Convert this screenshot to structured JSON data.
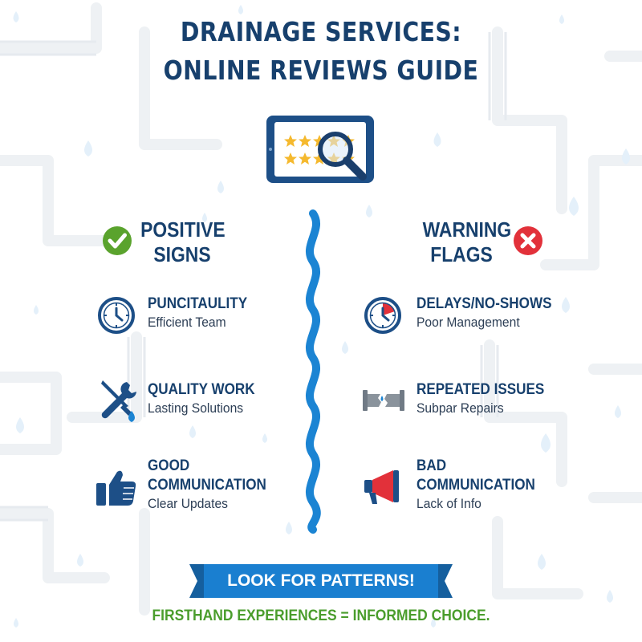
{
  "title": {
    "line1": "DRAINAGE SERVICES:",
    "line2": "ONLINE REVIEWS GUIDE"
  },
  "hero_icon": "tablet-star-rating-magnifier-icon",
  "positive": {
    "heading_line1": "POSITIVE",
    "heading_line2": "SIGNS",
    "icon": "check-icon",
    "items": [
      {
        "title": "PUNCITAULITY",
        "subtitle": "Efficient Team",
        "icon": "clock-icon"
      },
      {
        "title": "QUALITY WORK",
        "subtitle": "Lasting Solutions",
        "icon": "wrench-screwdriver-icon"
      },
      {
        "title_line1": "GOOD",
        "title_line2": "COMMUNICATION",
        "subtitle": "Clear Updates",
        "icon": "thumbs-up-icon"
      }
    ]
  },
  "warning": {
    "heading_line1": "WARNING",
    "heading_line2": "FLAGS",
    "icon": "x-icon",
    "items": [
      {
        "title": "DELAYS/NO-SHOWS",
        "subtitle": "Poor Management",
        "icon": "late-clock-icon"
      },
      {
        "title": "REPEATED ISSUES",
        "subtitle": "Subpar Repairs",
        "icon": "broken-pipe-icon"
      },
      {
        "title_line1": "BAD",
        "title_line2": "COMMUNICATION",
        "subtitle": "Lack of Info",
        "icon": "megaphone-icon"
      }
    ]
  },
  "banner": "LOOK FOR PATTERNS!",
  "footer": "FIRSTHAND EXPERIENCES = INFORMED CHOICE.",
  "colors": {
    "navy": "#17406d",
    "blue": "#1a7fd0",
    "green": "#5aa32d",
    "red": "#e2313a",
    "star": "#f5b92e"
  }
}
